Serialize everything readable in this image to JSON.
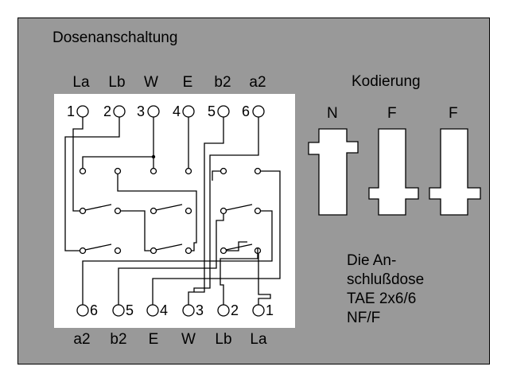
{
  "title": "Dosenanschaltung",
  "coding_title": "Kodierung",
  "top_labels": [
    "La",
    "Lb",
    "W",
    "E",
    "b2",
    "a2"
  ],
  "bottom_labels": [
    "a2",
    "b2",
    "E",
    "W",
    "Lb",
    "La"
  ],
  "top_terminals": [
    "1",
    "2",
    "3",
    "4",
    "5",
    "6"
  ],
  "bottom_terminals": [
    "6",
    "5",
    "4",
    "3",
    "2",
    "1"
  ],
  "coding_labels": [
    "N",
    "F",
    "F"
  ],
  "note_lines": [
    "Die An-",
    "schlußdose",
    "TAE 2x6/6",
    "NF/F"
  ],
  "colors": {
    "panel": "#999999",
    "board": "#ffffff",
    "lines": "#000000"
  }
}
